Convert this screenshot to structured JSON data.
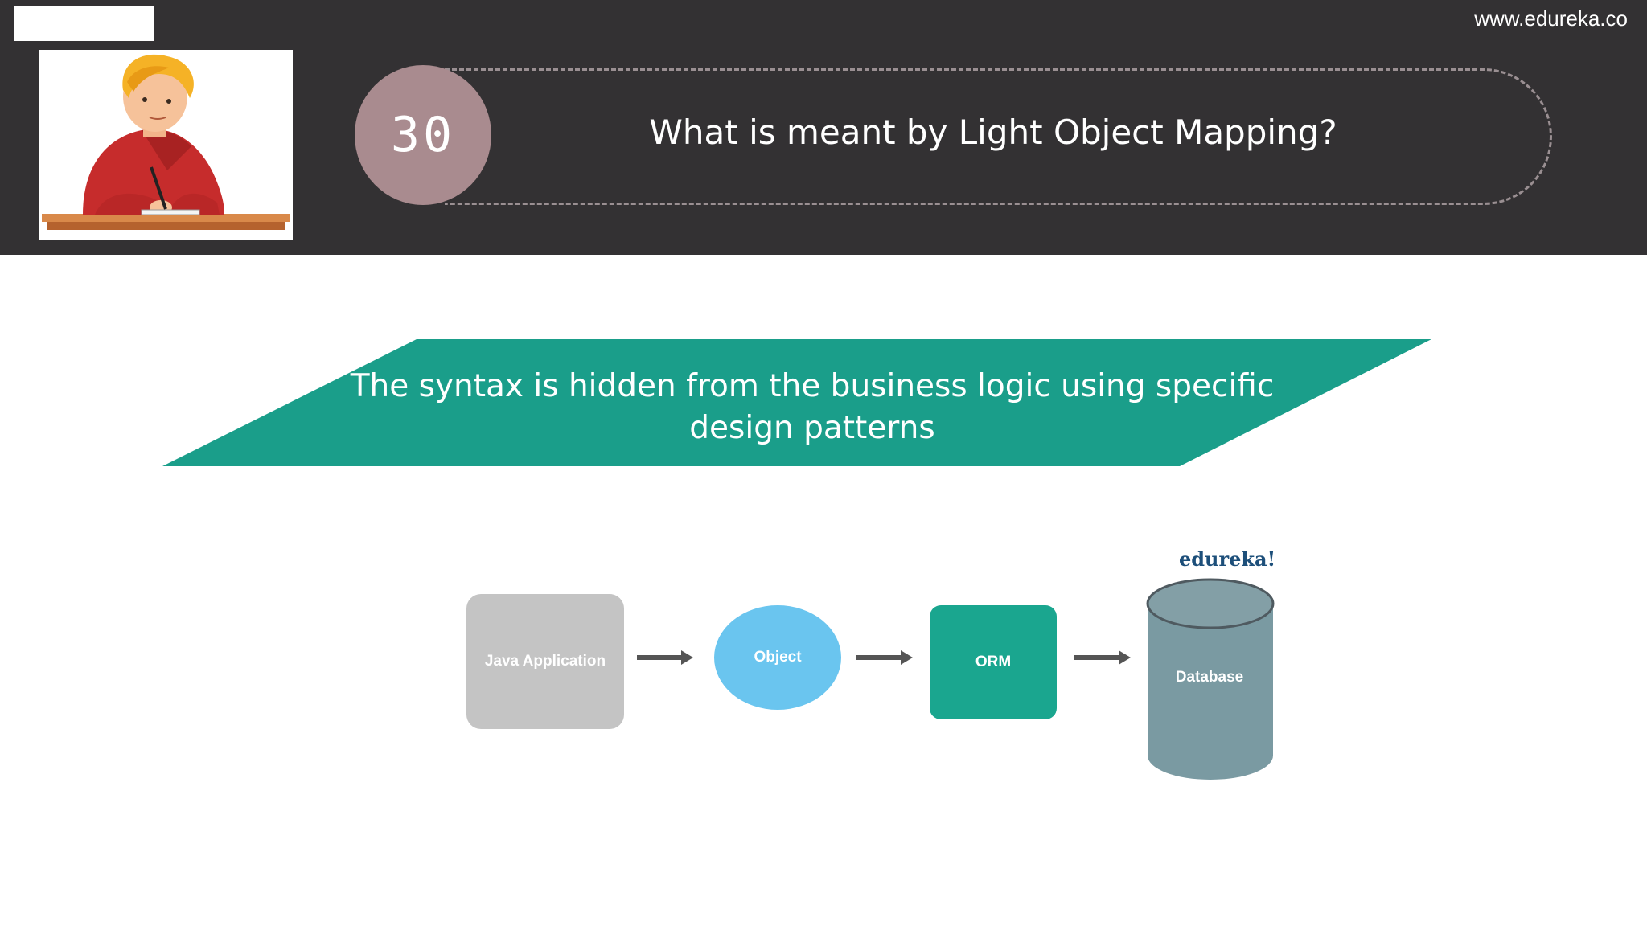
{
  "header": {
    "site_url": "www.edureka.co",
    "question_number": "30",
    "question_text": "What is meant by Light Object Mapping?"
  },
  "banner": {
    "line1": "The syntax is hidden from the business logic using specific",
    "line2": "design patterns",
    "color": "#1a9e8a"
  },
  "diagram": {
    "brand": "edureka!",
    "nodes": [
      {
        "label": "Java Application",
        "color": "#c4c4c4"
      },
      {
        "label": "Object",
        "color": "#6ac5ef"
      },
      {
        "label": "ORM",
        "color": "#1aa68f"
      },
      {
        "label": "Database",
        "color": "#7a9aa2"
      }
    ]
  },
  "icons": {
    "illustration": "person-writing-illustration",
    "arrow": "right-arrow-icon"
  }
}
